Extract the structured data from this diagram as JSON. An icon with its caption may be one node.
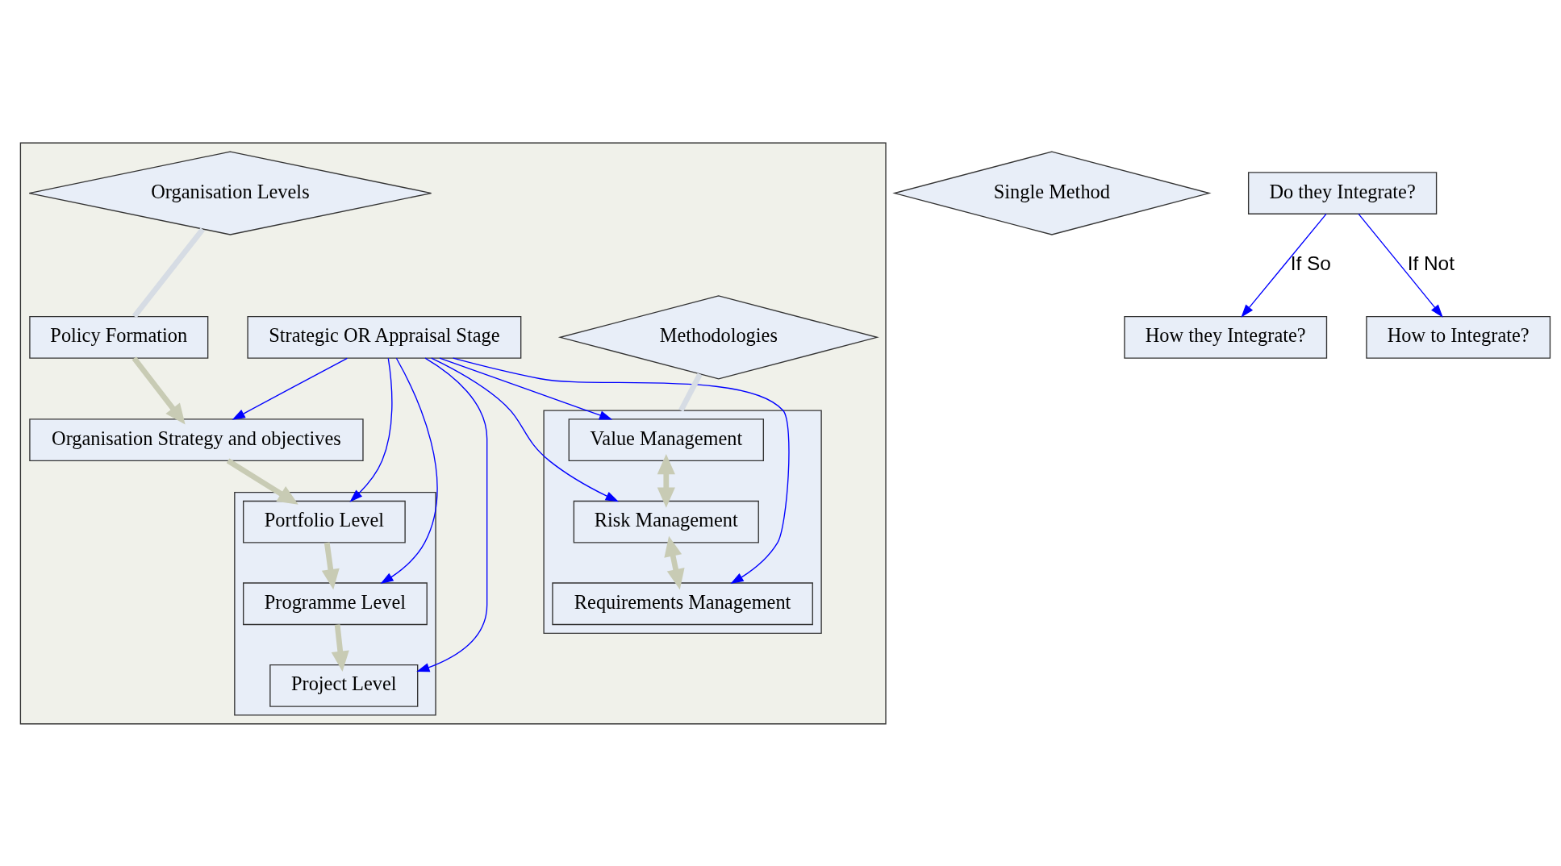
{
  "diagram": {
    "nodes": [
      {
        "text": [],
        "shape": "band"
      },
      {
        "text": [
          "Organisation Levels"
        ],
        "in": 0
      },
      {
        "text": [
          "Policy Formation"
        ],
        "in": 0
      },
      {
        "text": [
          "Organisation Strategy and objectives"
        ],
        "in": 0
      },
      {
        "text": [],
        "shape": "box",
        "in": 0
      },
      {
        "text": [
          "Portfolio Level"
        ],
        "in": 4
      },
      {
        "text": [
          "Programme Level"
        ],
        "in": 4
      },
      {
        "text": [
          "Project Level"
        ],
        "in": 4
      },
      {
        "text": [
          "Strategic OR Appraisal Stage"
        ],
        "in": 0
      },
      {
        "text": [
          "Methodologies"
        ],
        "in": 0
      },
      {
        "text": [],
        "shape": "box",
        "in": 0
      },
      {
        "text": [
          "Value Management"
        ],
        "in": 10
      },
      {
        "text": [
          "Risk Management"
        ],
        "in": 10
      },
      {
        "text": [
          "Requirements Management"
        ],
        "in": 10
      },
      {
        "text": [
          "Single Method"
        ]
      },
      {
        "text": [
          "Do they Integrate?"
        ]
      },
      {
        "text": [
          "How they Integrate?"
        ]
      },
      {
        "text": [
          "How to Integrate?"
        ]
      }
    ],
    "edges": [
      {
        "from": 1,
        "to": 2,
        "arrow": "none",
        "style": "thick",
        "color": "#d6dce4"
      },
      {
        "from": 2,
        "to": 3,
        "arrow": "to",
        "style": "thick",
        "color": "#c8cbb4"
      },
      {
        "from": 3,
        "to": 5,
        "arrow": "to",
        "style": "thick",
        "color": "#c8cbb4"
      },
      {
        "from": 5,
        "to": 6,
        "arrow": "to",
        "style": "thick",
        "color": "#c8cbb4"
      },
      {
        "from": 6,
        "to": 7,
        "arrow": "to",
        "style": "thick",
        "color": "#c8cbb4"
      },
      {
        "from": 8,
        "to": 3,
        "arrow": "to"
      },
      {
        "from": 8,
        "to": 5,
        "arrow": "to"
      },
      {
        "from": 8,
        "to": 6,
        "arrow": "to"
      },
      {
        "from": 8,
        "to": 7,
        "arrow": "to"
      },
      {
        "from": 8,
        "to": 11,
        "arrow": "to"
      },
      {
        "from": 8,
        "to": 12,
        "arrow": "to"
      },
      {
        "from": 8,
        "to": 13,
        "arrow": "to"
      },
      {
        "from": 9,
        "to": 10,
        "arrow": "none",
        "style": "thick",
        "color": "#d6dce4"
      },
      {
        "from": 11,
        "to": 12,
        "arrow": "both",
        "style": "thick",
        "color": "#c8cbb4"
      },
      {
        "from": 12,
        "to": 13,
        "arrow": "both",
        "style": "thick",
        "color": "#c8cbb4"
      },
      {
        "from": 15,
        "to": 16,
        "arrow": "to",
        "label": "If So"
      },
      {
        "from": 15,
        "to": 17,
        "arrow": "to",
        "label": "If Not"
      }
    ]
  }
}
